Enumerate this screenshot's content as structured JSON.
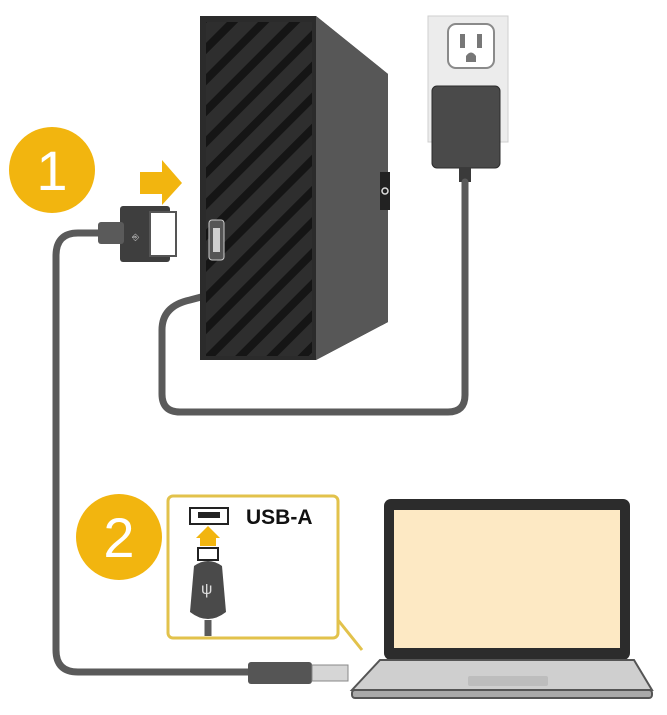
{
  "steps": {
    "step1": {
      "number": "1"
    },
    "step2": {
      "number": "2"
    }
  },
  "callout": {
    "port_label": "USB-A"
  },
  "colors": {
    "badge": "#f2b50f",
    "callout_border": "#e2c24b",
    "drive_body": "#2b2b2b",
    "drive_side": "#575757",
    "cable": "#5a5a5a",
    "outlet_wall": "#ececec",
    "adapter": "#4a4a4a",
    "laptop_screen": "#fde9c4",
    "laptop_bezel": "#2c2c2c",
    "laptop_base": "#c9c9c9",
    "arrow": "#f2b50f"
  },
  "icons": {
    "usb": "usb-symbol-icon",
    "arrow": "arrow-right-icon",
    "up_arrow": "arrow-up-icon",
    "logo": "drive-logo-icon"
  }
}
